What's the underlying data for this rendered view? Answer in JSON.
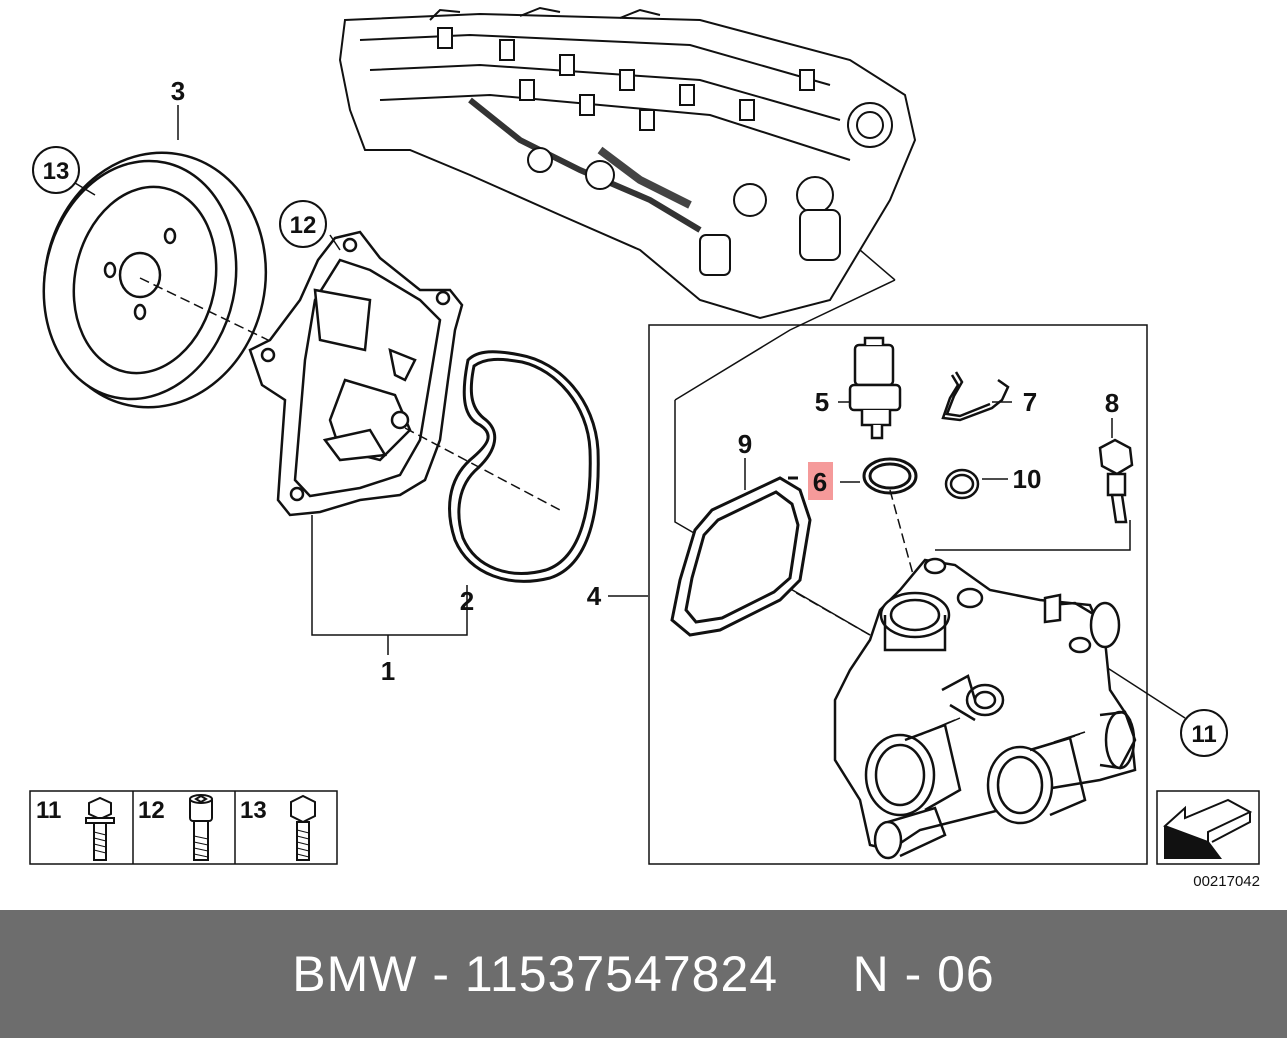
{
  "diagram": {
    "callouts": {
      "c1": "1",
      "c2": "2",
      "c3": "3",
      "c4": "4",
      "c5": "5",
      "c6": "6",
      "c7": "7",
      "c8": "8",
      "c9": "9",
      "c10": "10",
      "c11": "11",
      "c12": "12",
      "c13": "13",
      "c11b": "11"
    },
    "legend": {
      "b11": "11",
      "b12": "12",
      "b13": "13"
    },
    "reference_number": "00217042",
    "highlight_color": "#f59a9a"
  },
  "footer": {
    "brand": "BMW",
    "separator": " - ",
    "part_number": "11537547824",
    "gap": "     ",
    "code": "N - 06"
  }
}
